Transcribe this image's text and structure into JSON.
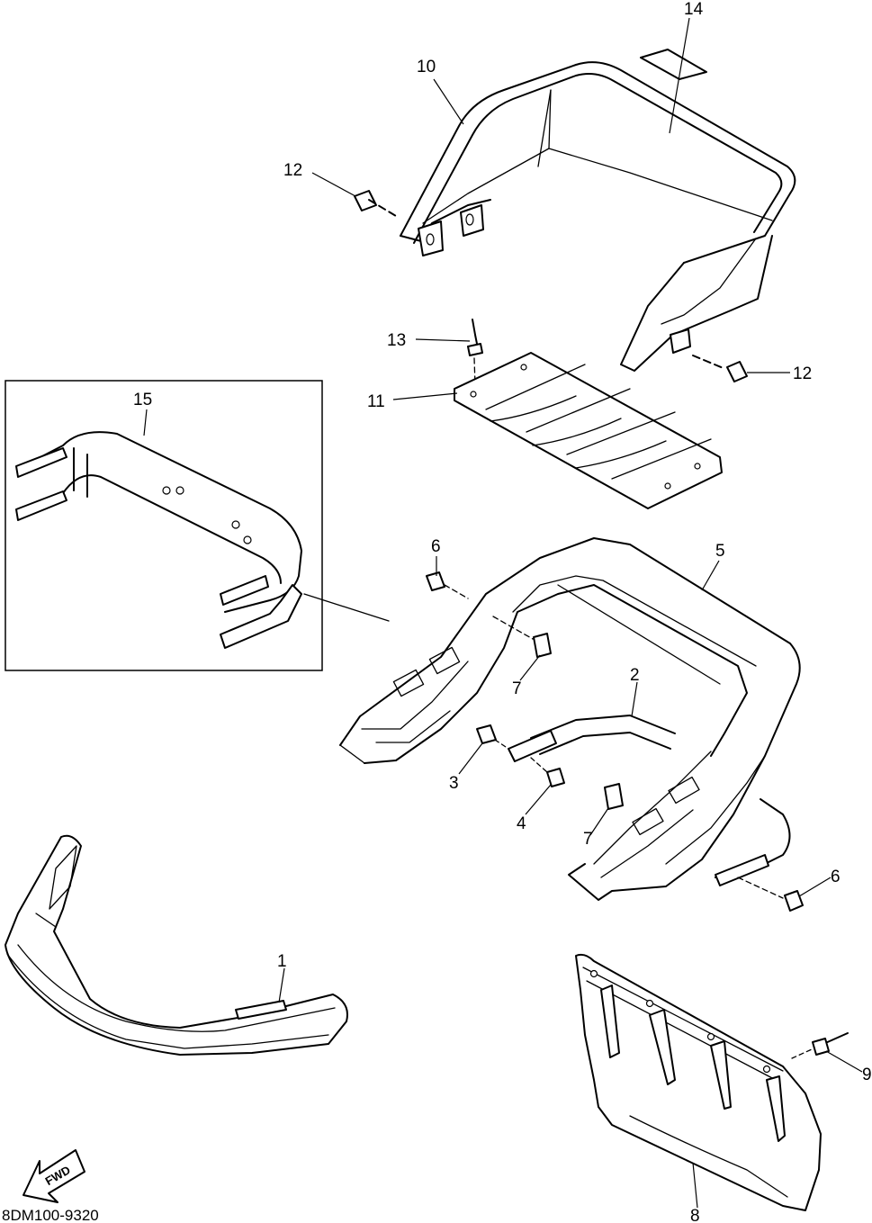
{
  "diagram": {
    "code": "8DM100-9320",
    "fwd_label": "FWD",
    "callouts": {
      "c1": "1",
      "c2": "2",
      "c3": "3",
      "c4": "4",
      "c5": "5",
      "c6a": "6",
      "c6b": "6",
      "c7a": "7",
      "c7b": "7",
      "c8": "8",
      "c9": "9",
      "c10": "10",
      "c11": "11",
      "c12a": "12",
      "c12b": "12",
      "c13": "13",
      "c14": "14",
      "c15": "15"
    }
  }
}
